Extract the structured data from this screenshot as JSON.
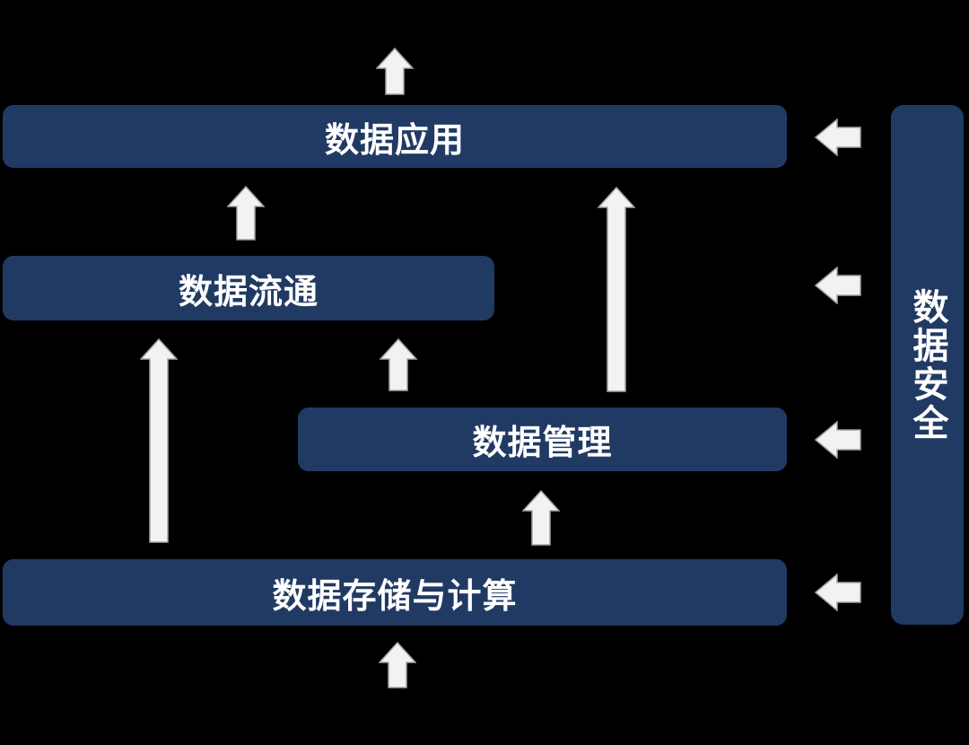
{
  "diagram": {
    "background_color": "#000000",
    "node_fill_color": "#213a63",
    "node_text_color": "#ffffff",
    "arrow_fill_color": "#f2f2f2",
    "arrow_outline_color": "#a3a3a3",
    "layers": [
      {
        "id": "app",
        "label": "数据应用"
      },
      {
        "id": "circulation",
        "label": "数据流通"
      },
      {
        "id": "management",
        "label": "数据管理"
      },
      {
        "id": "storage",
        "label": "数据存储与计算"
      }
    ],
    "side_panel": {
      "id": "security",
      "label": "数据安全"
    },
    "arrows": [
      {
        "id": "app-to-external",
        "type": "up"
      },
      {
        "id": "circulation-to-app",
        "type": "up"
      },
      {
        "id": "management-to-app",
        "type": "up"
      },
      {
        "id": "management-to-circulation",
        "type": "up"
      },
      {
        "id": "storage-to-circulation",
        "type": "up"
      },
      {
        "id": "storage-to-management",
        "type": "up"
      },
      {
        "id": "external-to-storage",
        "type": "up"
      },
      {
        "id": "security-to-app",
        "type": "left"
      },
      {
        "id": "security-to-circulation",
        "type": "left"
      },
      {
        "id": "security-to-management",
        "type": "left"
      },
      {
        "id": "security-to-storage",
        "type": "left"
      }
    ]
  }
}
